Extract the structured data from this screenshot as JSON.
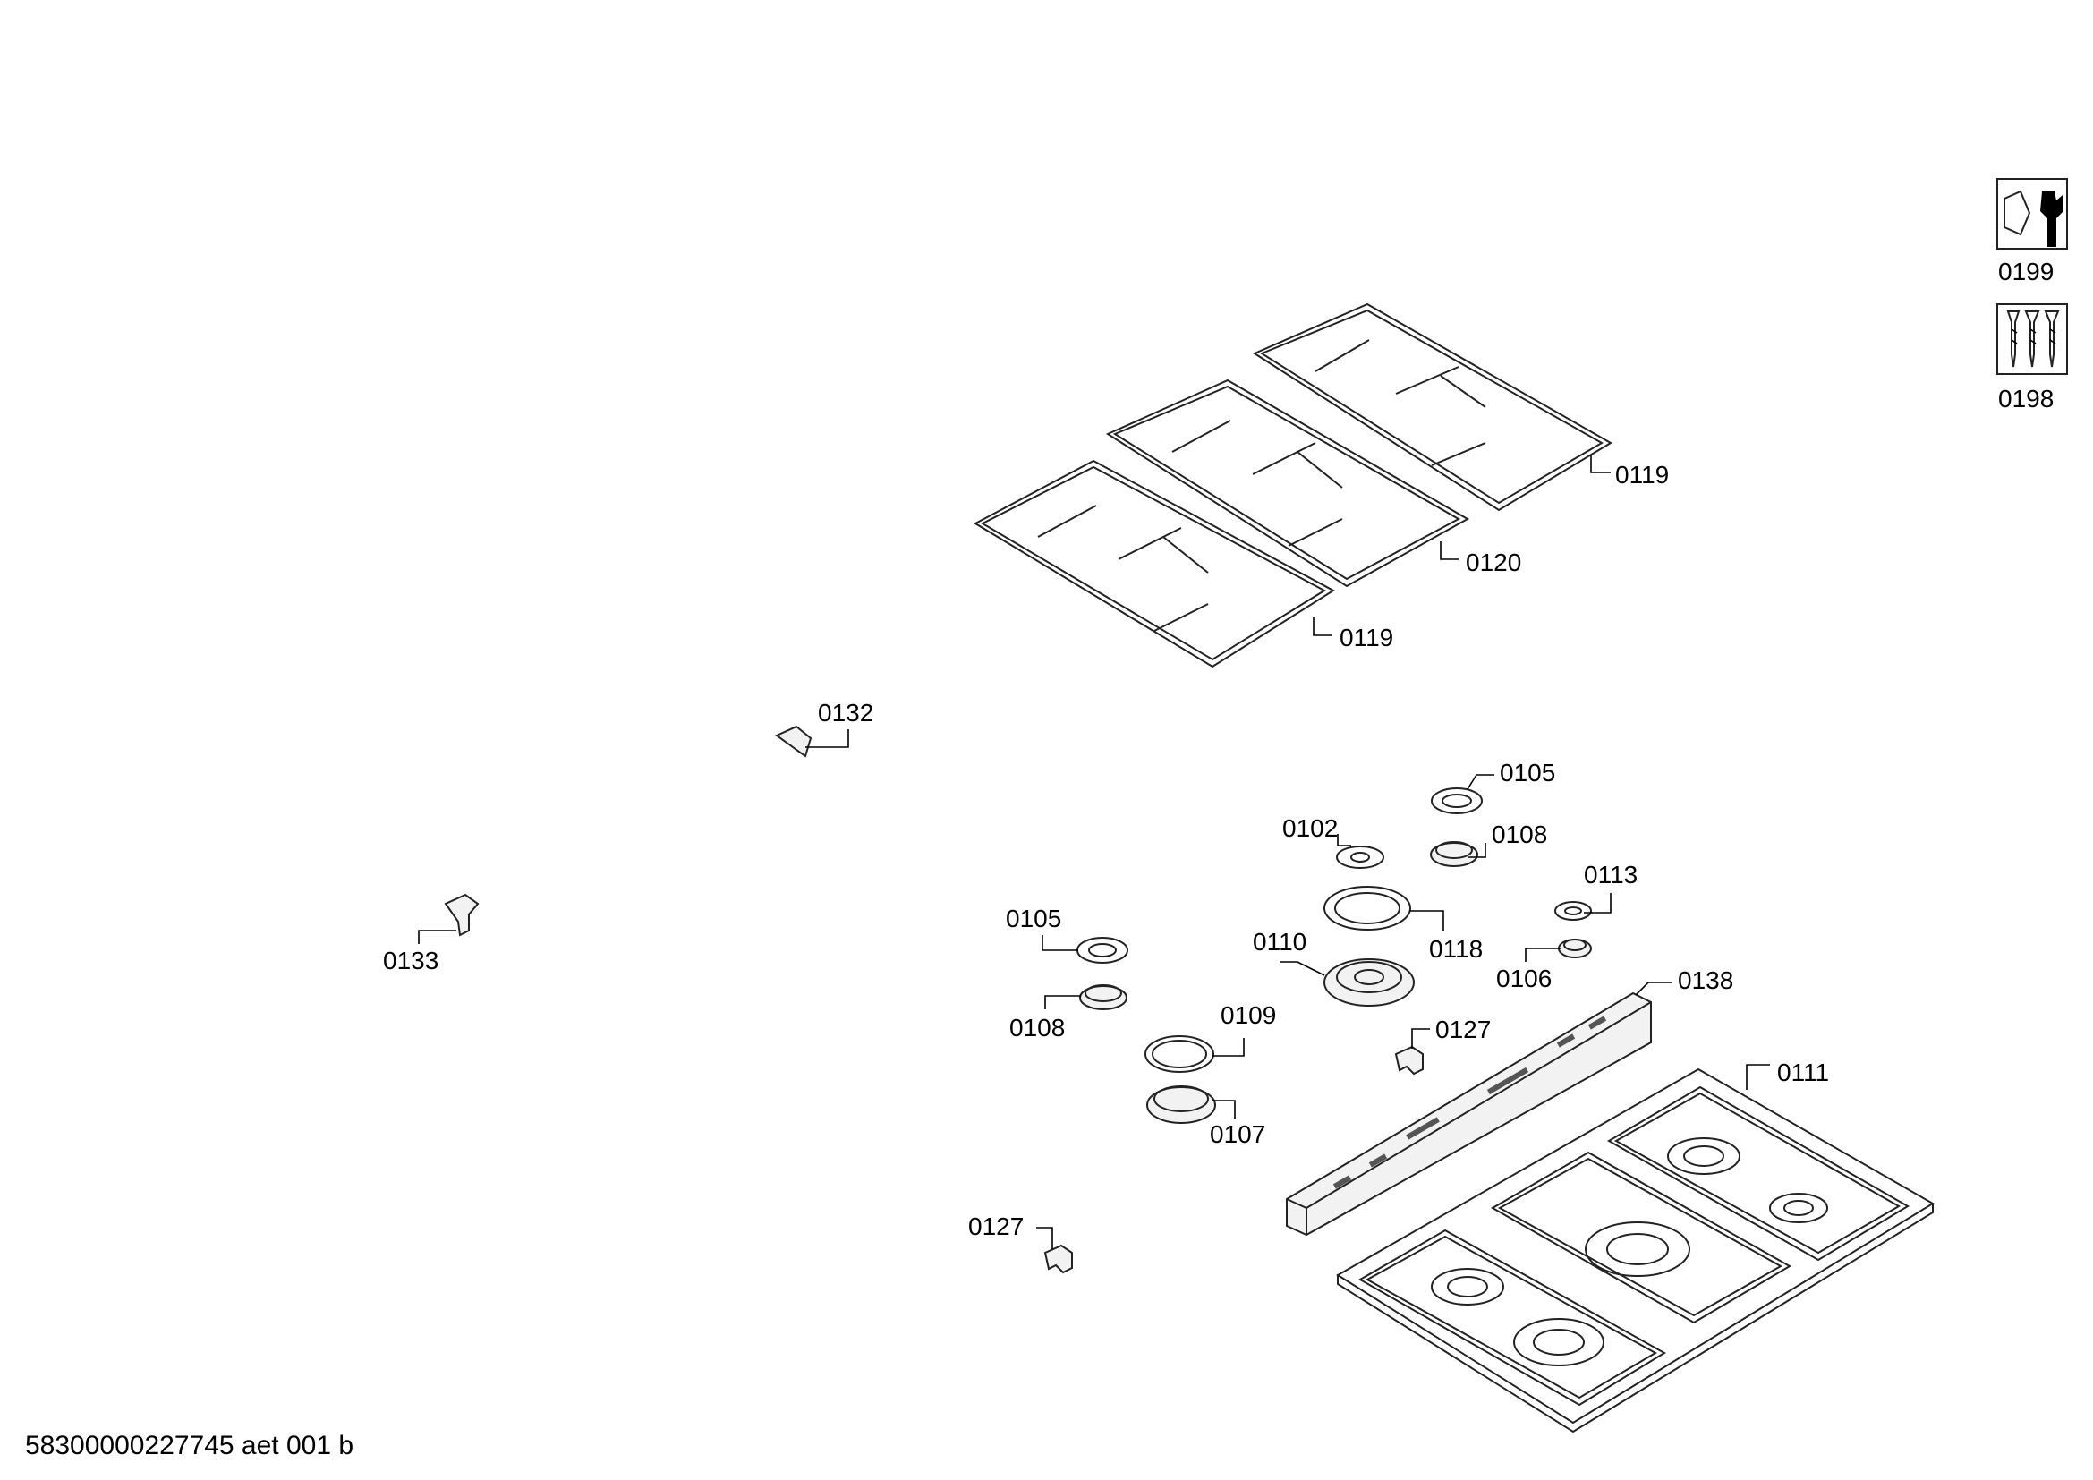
{
  "labels": {
    "p0199": "0199",
    "p0198": "0198",
    "p0119_top": "0119",
    "p0120": "0120",
    "p0119_bottom": "0119",
    "p0132": "0132",
    "p0133": "0133",
    "p0105_top": "0105",
    "p0102": "0102",
    "p0108_top": "0108",
    "p0113": "0113",
    "p0105_left": "0105",
    "p0110": "0110",
    "p0118": "0118",
    "p0106": "0106",
    "p0138": "0138",
    "p0108_left": "0108",
    "p0109": "0109",
    "p0127_mid": "0127",
    "p0111": "0111",
    "p0107": "0107",
    "p0127_bottom": "0127"
  },
  "footer": "58300000227745 aet 001 b",
  "icons": {
    "tools": "nut-and-wrench-icon",
    "screws": "screws-icon"
  }
}
